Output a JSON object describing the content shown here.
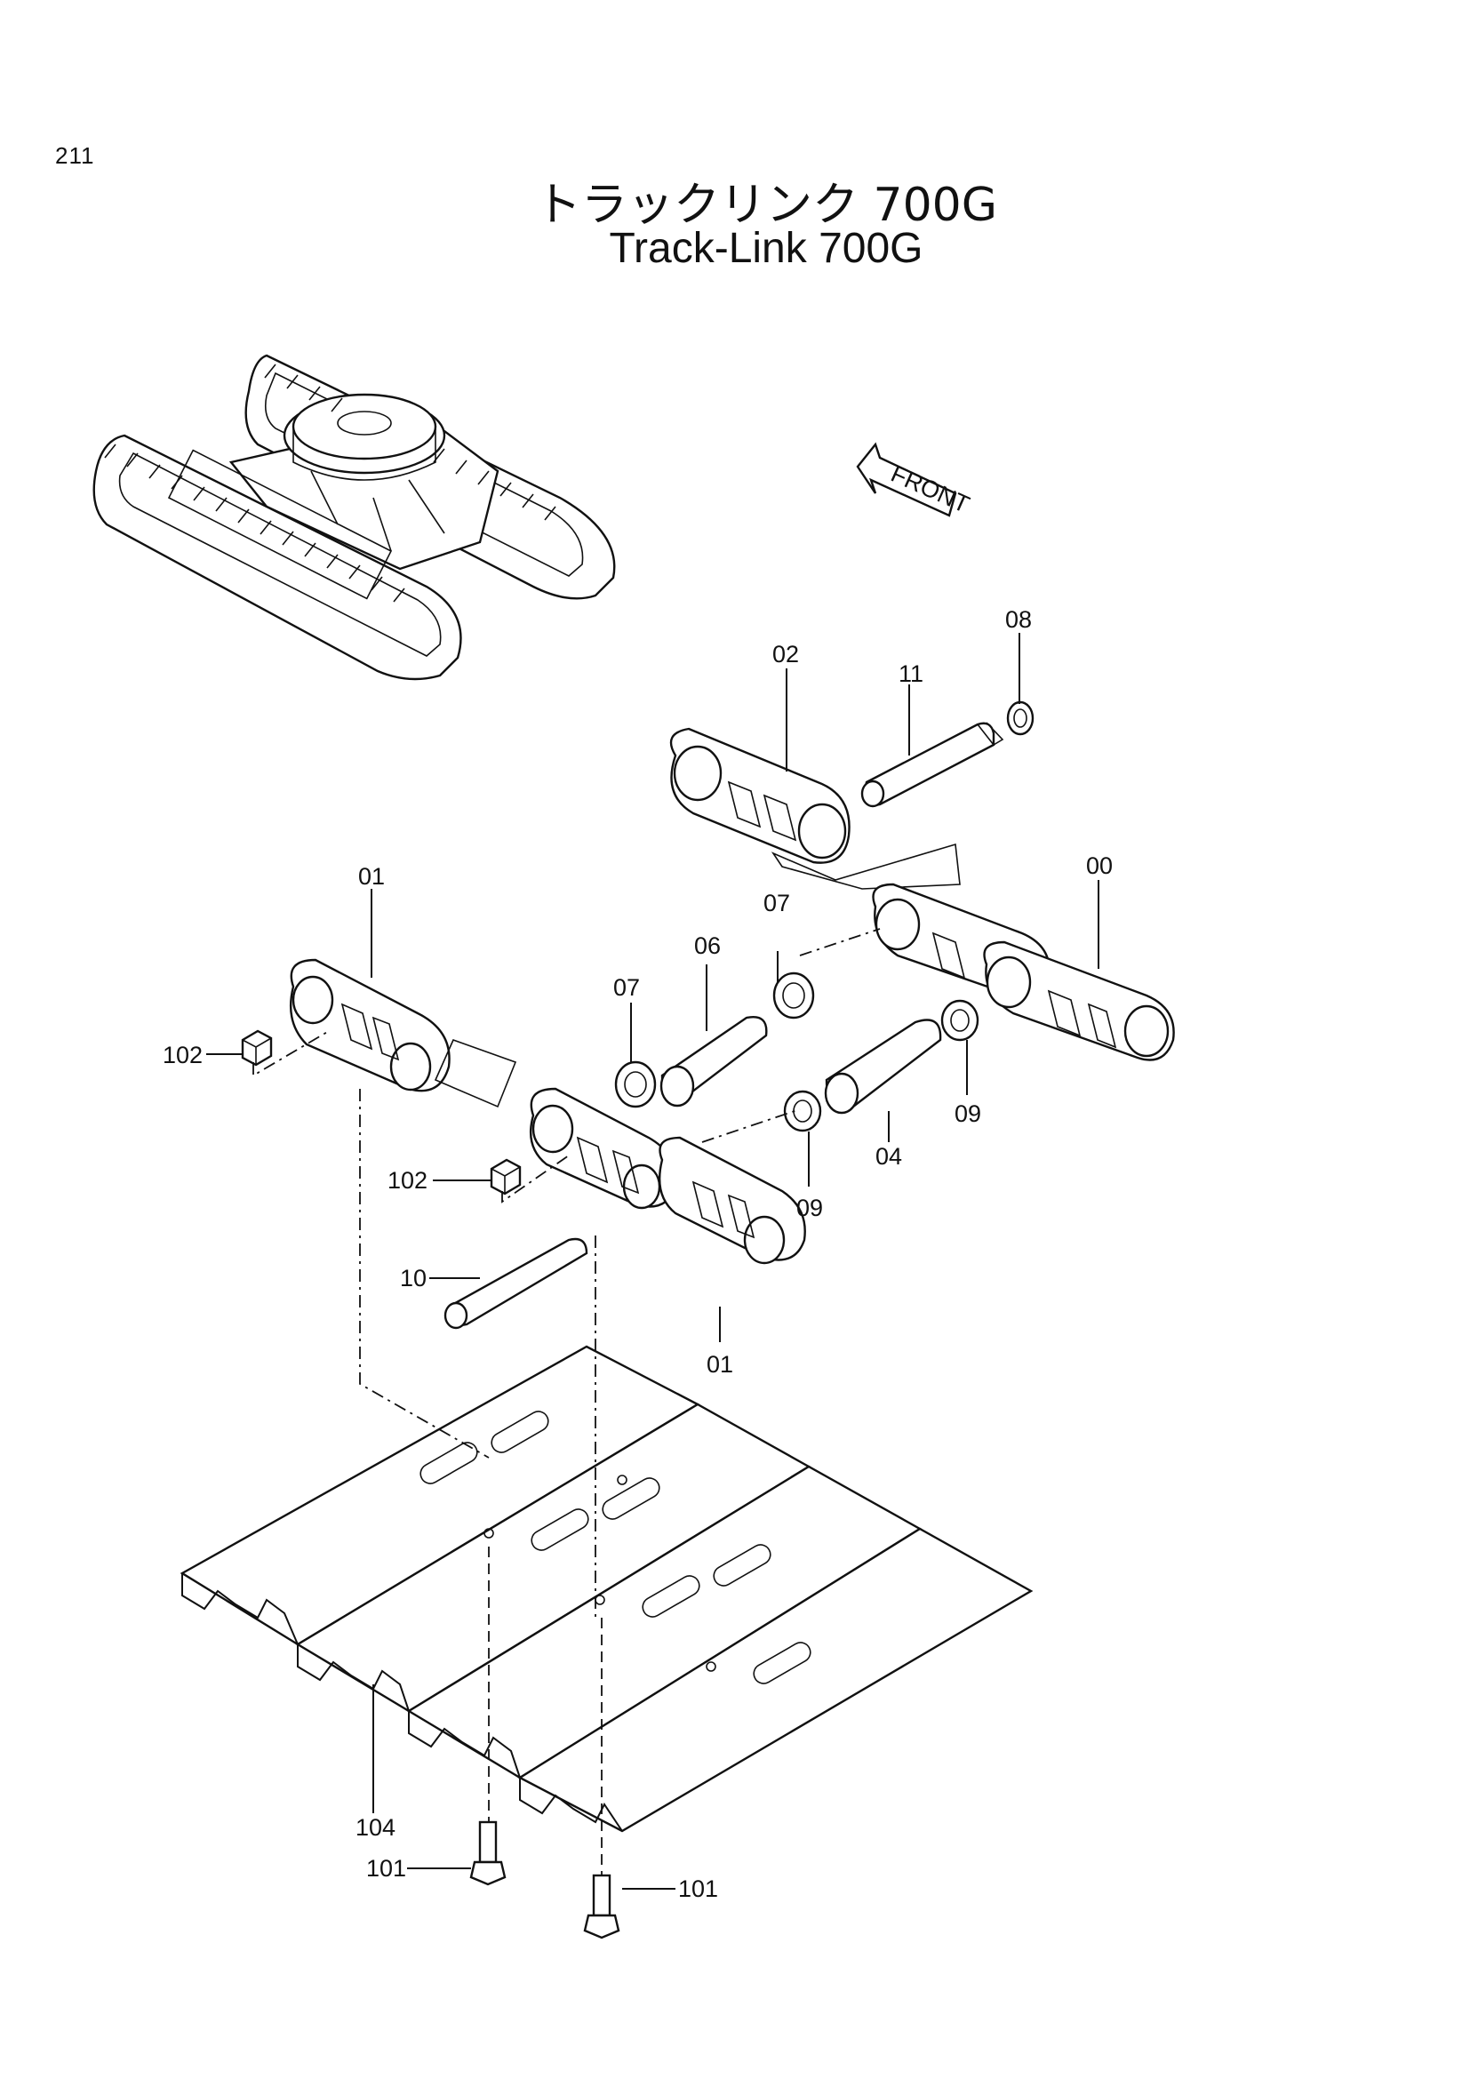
{
  "page_number": "211",
  "title_ja": "トラックリンク 700G",
  "title_en": "Track-Link 700G",
  "front_arrow_label": "FRONT",
  "part_labels": {
    "p00": "00",
    "p01a": "01",
    "p01b": "01",
    "p02": "02",
    "p04": "04",
    "p06": "06",
    "p07a": "07",
    "p07b": "07",
    "p08": "08",
    "p09a": "09",
    "p09b": "09",
    "p10": "10",
    "p11": "11",
    "p101a": "101",
    "p101b": "101",
    "p102a": "102",
    "p102b": "102",
    "p104": "104"
  }
}
